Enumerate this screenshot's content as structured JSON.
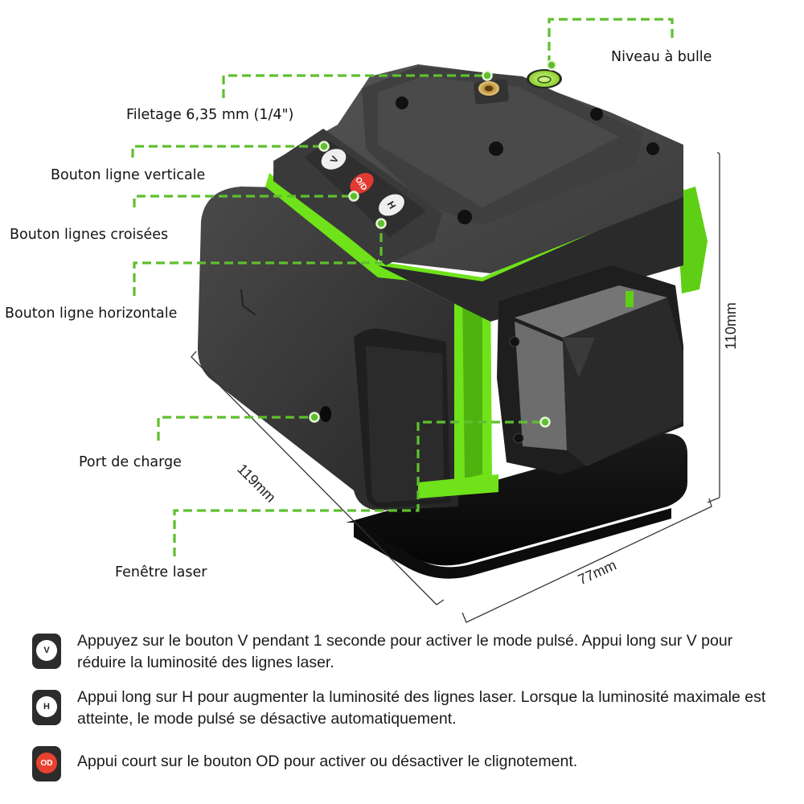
{
  "product": {
    "type": "laser-level-3d-green",
    "colors": {
      "body": "#2e2e2e",
      "accent_green": "#6fe21a",
      "leader_green": "#5fbf2e",
      "od_button": "#e8412f",
      "brass": "#c9a24b"
    }
  },
  "callouts": [
    {
      "id": "niveau",
      "label": "Niveau à bulle"
    },
    {
      "id": "filetage",
      "label": "Filetage 6,35 mm (1/4\")"
    },
    {
      "id": "v_button",
      "label": "Bouton ligne verticale"
    },
    {
      "id": "od_button",
      "label": "Bouton lignes croisées"
    },
    {
      "id": "h_button",
      "label": "Bouton ligne horizontale"
    },
    {
      "id": "charge",
      "label": "Port de charge"
    },
    {
      "id": "laser_window",
      "label": "Fenêtre laser"
    }
  ],
  "dimensions": {
    "height": "110mm",
    "length": "119mm",
    "width": "77mm"
  },
  "device_buttons": {
    "v": "V",
    "od": "O/D",
    "h": "H"
  },
  "legend": [
    {
      "icon": "V",
      "text": "Appuyez sur le bouton V pendant 1 seconde pour activer le mode pulsé.  Appui long sur V pour réduire la luminosité des lignes laser."
    },
    {
      "icon": "H",
      "text": "Appui long sur H pour augmenter la luminosité des lignes laser. Lorsque la luminosité maximale est atteinte, le mode pulsé se désactive automatiquement."
    },
    {
      "icon": "OD",
      "text": "Appui court sur le bouton OD pour activer ou désactiver le clignotement."
    }
  ]
}
